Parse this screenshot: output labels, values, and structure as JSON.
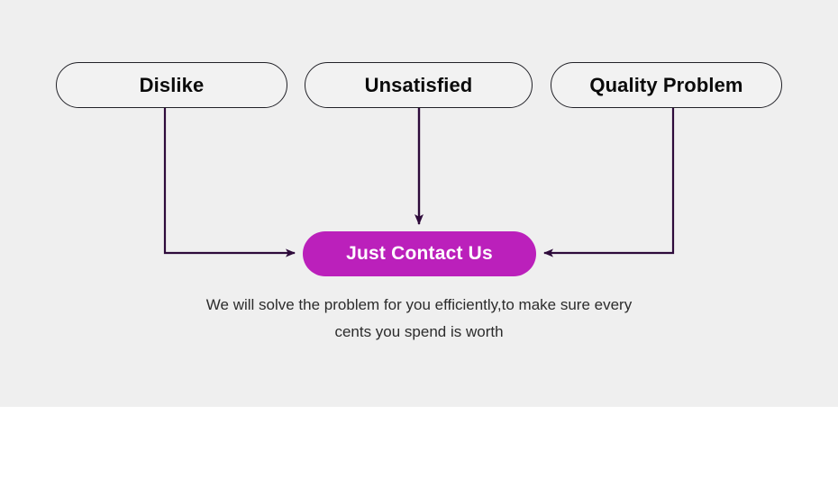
{
  "banner": {
    "background_color": "#efefef",
    "nodes": [
      {
        "id": "dislike",
        "label": "Dislike"
      },
      {
        "id": "unsatisfied",
        "label": "Unsatisfied"
      },
      {
        "id": "quality-problem",
        "label": "Quality Problem"
      }
    ],
    "cta": {
      "label": "Just Contact Us",
      "fill_color": "#bb20bb",
      "text_color": "#ffffff"
    },
    "caption": {
      "line1": "We will solve the problem for you efficiently,to make sure every",
      "line2": "cents you spend is worth"
    },
    "connectors": {
      "line_color": "#2e0b3b",
      "arrows": [
        {
          "from": "dislike",
          "to": "cta",
          "direction": "right"
        },
        {
          "from": "unsatisfied",
          "to": "cta",
          "direction": "down"
        },
        {
          "from": "quality-problem",
          "to": "cta",
          "direction": "left"
        }
      ]
    }
  }
}
